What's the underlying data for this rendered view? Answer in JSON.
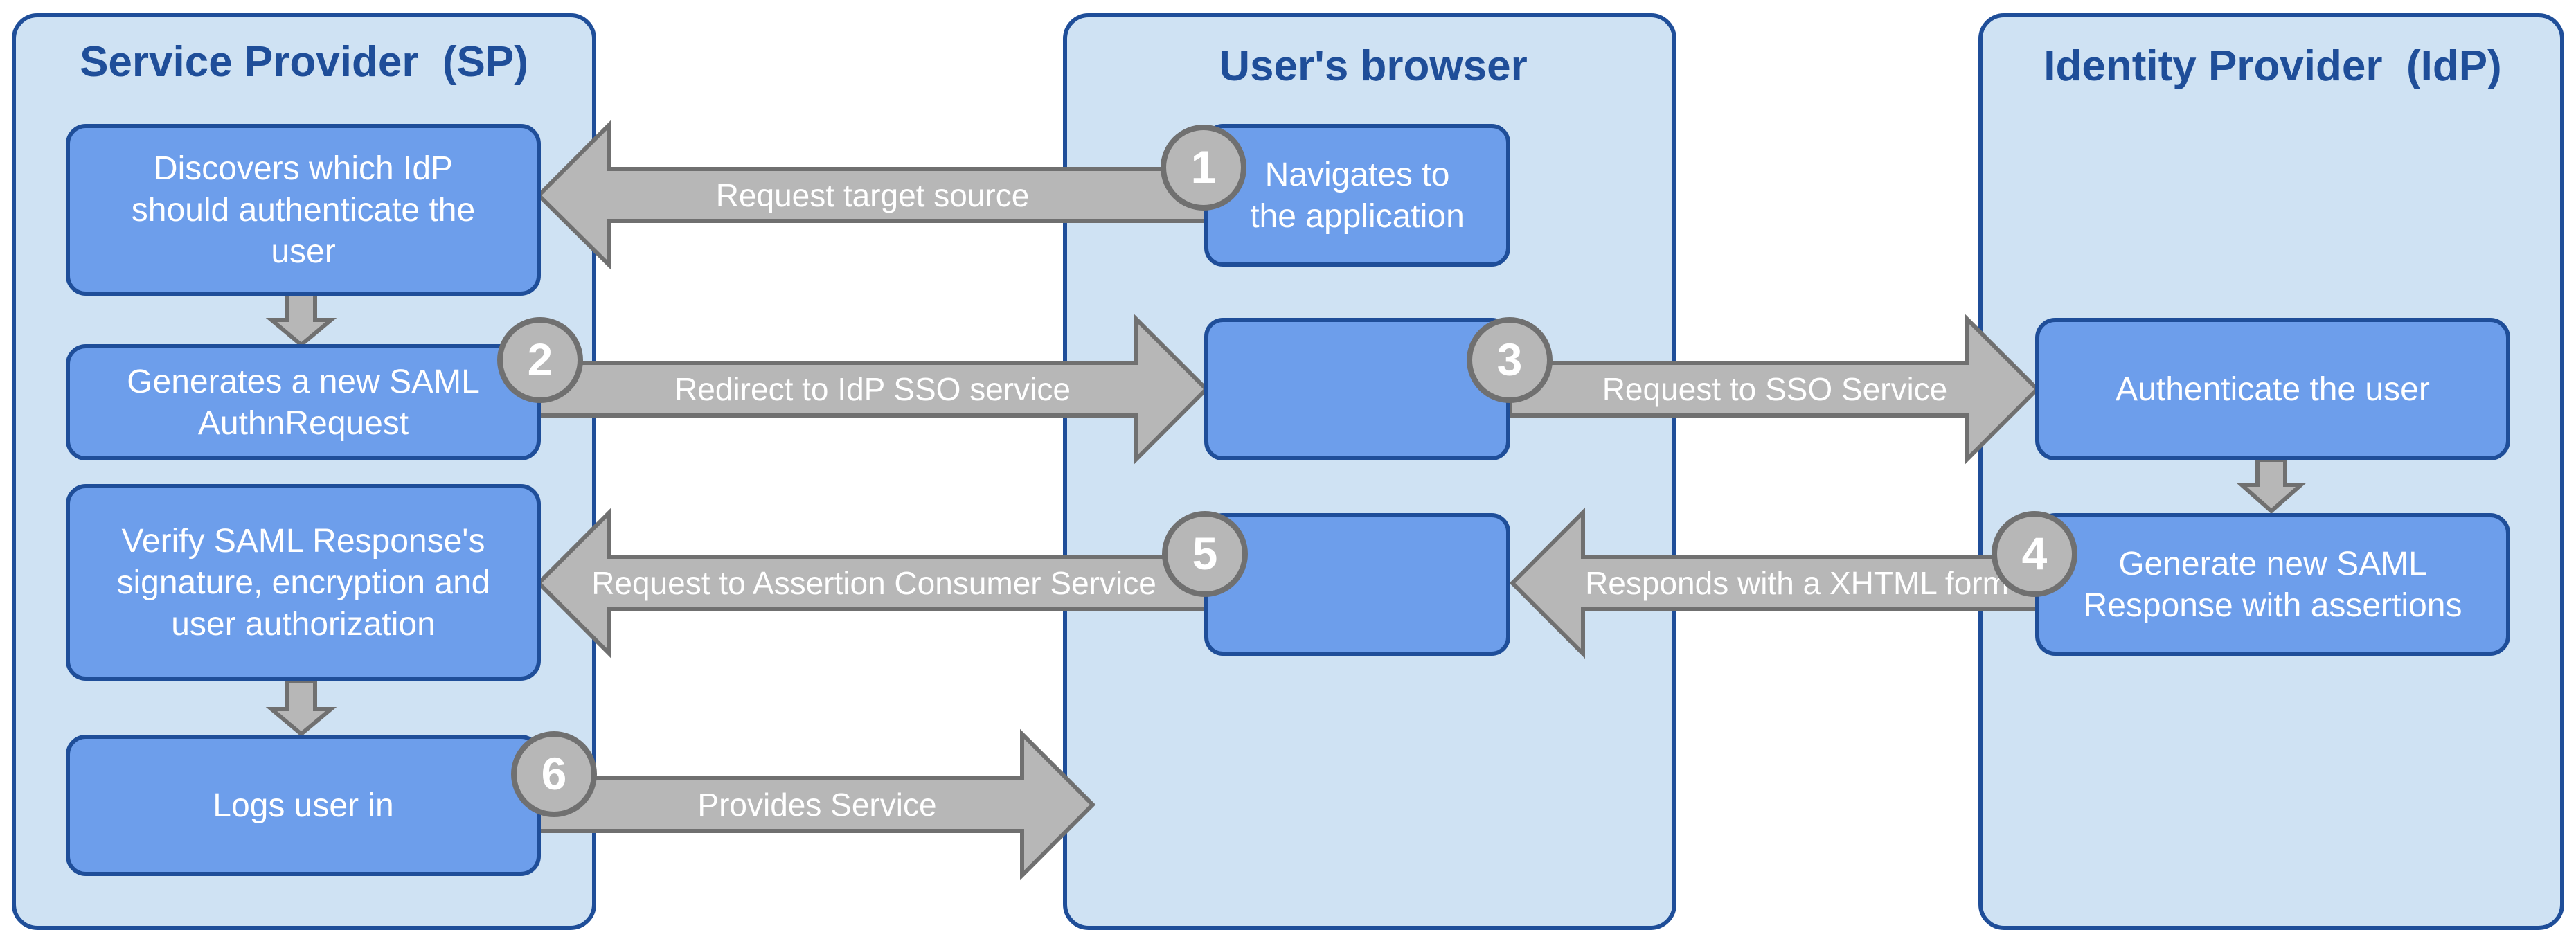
{
  "lanes": {
    "sp": {
      "title": "Service Provider  (SP)"
    },
    "browser": {
      "title": "User's browser"
    },
    "idp": {
      "title": "Identity Provider  (IdP)"
    }
  },
  "boxes": {
    "sp_discover": [
      "Discovers which IdP",
      "should authenticate the",
      "user"
    ],
    "sp_generate": [
      "Generates a new SAML",
      "AuthnRequest"
    ],
    "sp_verify": [
      "Verify SAML Response's",
      "signature, encryption and",
      "user authorization"
    ],
    "sp_login": [
      "Logs user in"
    ],
    "browser_navigate": [
      "Navigates to",
      "the application"
    ],
    "browser_redirect": [],
    "browser_post": [],
    "idp_auth": [
      "Authenticate the user"
    ],
    "idp_response": [
      "Generate new SAML",
      "Response with assertions"
    ]
  },
  "arrows": {
    "a1": "Request target source",
    "a2": "Redirect to IdP SSO service",
    "a3": "Request to SSO Service",
    "a4": "Responds with a XHTML form",
    "a5": "Request to Assertion Consumer Service",
    "a6": "Provides Service"
  },
  "badges": {
    "b1": "1",
    "b2": "2",
    "b3": "3",
    "b4": "4",
    "b5": "5",
    "b6": "6"
  },
  "colors": {
    "lane_fill": "#cfe2f3",
    "lane_border": "#1f4e99",
    "box_fill": "#6d9eeb",
    "arrow_fill": "#b7b7b7",
    "arrow_border": "#707070",
    "text_light": "#ffffff",
    "title": "#1f4e99"
  }
}
